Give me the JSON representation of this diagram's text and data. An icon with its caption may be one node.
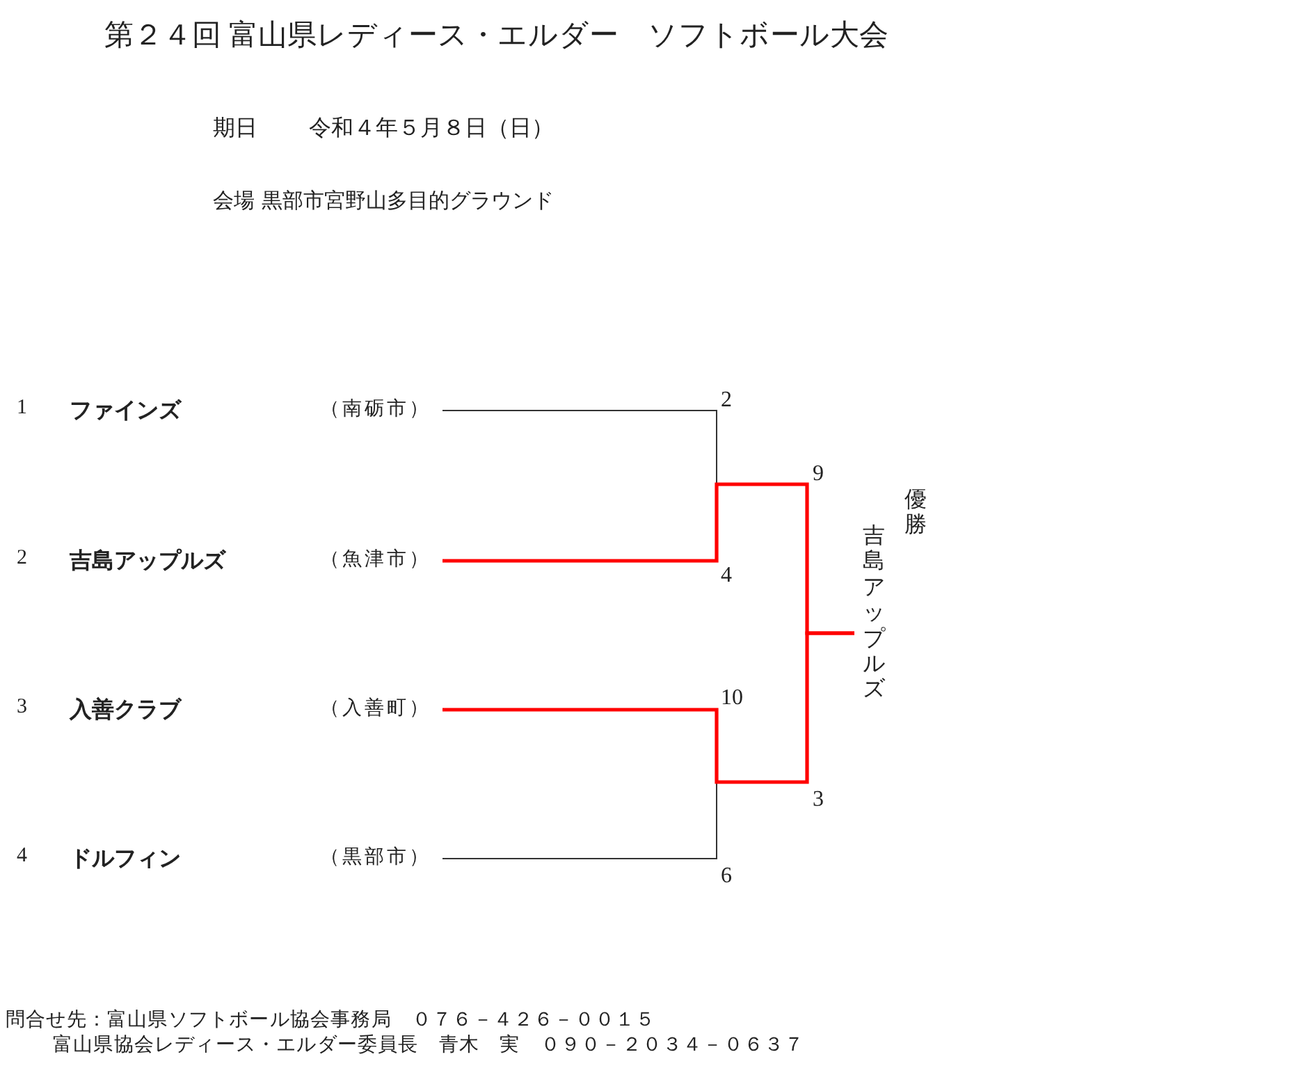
{
  "diagram": {
    "title": "第２４回 富山県レディース・エルダー　ソフトボール大会",
    "nodes": [
      {
        "text": [
          "1",
          "ファインズ",
          "（南砺市）"
        ]
      },
      {
        "text": [
          "2",
          "吉島アップルズ",
          "（魚津市）"
        ]
      },
      {
        "text": [
          "3",
          "入善クラブ",
          "（入善町）"
        ]
      },
      {
        "text": [
          "4",
          "ドルフィン",
          "（黒部市）"
        ]
      },
      {
        "text": [
          "優勝",
          "吉島アップルズ"
        ]
      }
    ],
    "edges": [
      {
        "from": 0,
        "to": 4,
        "arrow": "none",
        "label": "2"
      },
      {
        "from": 1,
        "to": 4,
        "arrow": "none",
        "label": "4",
        "style": "thick",
        "color": "#ff0000"
      },
      {
        "from": 2,
        "to": 4,
        "arrow": "none",
        "label": "10",
        "style": "thick",
        "color": "#ff0000"
      },
      {
        "from": 3,
        "to": 4,
        "arrow": "none",
        "label": "6"
      }
    ],
    "labels": [
      "期日",
      "令和４年５月８日（日）",
      "会場 黒部市宮野山多目的グラウンド",
      "9",
      "3",
      "問合せ先：富山県ソフトボール協会事務局　０７６－４２６－００１５",
      "富山県協会レディース・エルダー委員長　青木　実　０９０－２０３４－０６３７"
    ]
  }
}
